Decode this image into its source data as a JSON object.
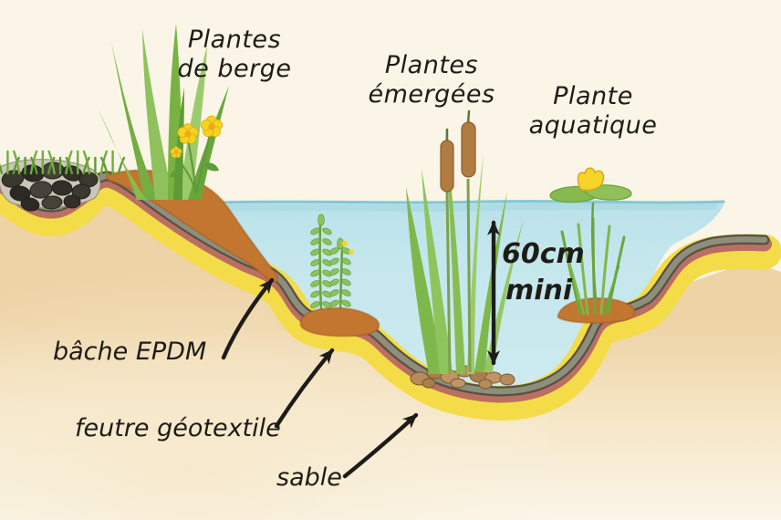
{
  "diagram": {
    "plant_labels": {
      "berge": {
        "line1": "Plantes",
        "line2": "de berge"
      },
      "emergees": {
        "line1": "Plantes",
        "line2": "émergées"
      },
      "aquatique": {
        "line1": "Plante",
        "line2": "aquatique"
      }
    },
    "depth_label": {
      "line1": "60cm",
      "line2": "mini"
    },
    "layer_labels": {
      "bache": "bâche EPDM",
      "feutre": "feutre géotextile",
      "sable": "sable"
    },
    "colors": {
      "background": "#faf5e6",
      "ground": "#eed3a6",
      "water": "#c1e5eb",
      "water_line": "#84c7d3",
      "sand": "#f3dc48",
      "felt": "#bb6f60",
      "epdm": "#8f8d7b",
      "epdm_edge": "#555246",
      "soil": "#c3762f",
      "soil_edge": "#a85f22",
      "pebble_dark": "#38352c",
      "pebble_bed": "#cbc7b6",
      "stone": "#b58a57",
      "leaf": "#7fb84a",
      "leaf_dark": "#6aa33e",
      "cattail": "#b07c42",
      "flower": "#f6d528",
      "ink": "#1e1c18"
    }
  }
}
